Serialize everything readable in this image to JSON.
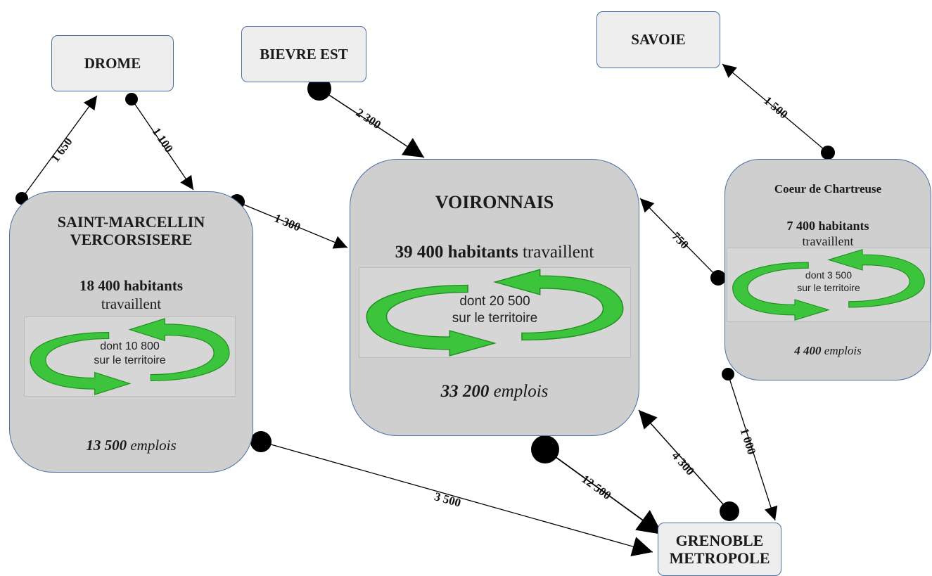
{
  "nodes": {
    "drome": "DROME",
    "bievre_est": "BIEVRE EST",
    "savoie": "SAVOIE",
    "grenoble": [
      "GRENOBLE",
      "METROPOLE"
    ]
  },
  "territories": {
    "saint_marcellin": {
      "title": [
        "SAINT-MARCELLIN",
        "VERCORSISERE"
      ],
      "habitants": "18 400 habitants",
      "travaillent": "travaillent",
      "dont_line1": "dont 10 800",
      "dont_line2": "sur le territoire",
      "emplois_value": "13 500",
      "emplois_unit": "emplois"
    },
    "voironnais": {
      "title": "VOIRONNAIS",
      "habitants": "39 400 habitants",
      "travaillent": "travaillent",
      "dont_line1": "dont 20 500",
      "dont_line2": "sur le territoire",
      "emplois_value": "33 200",
      "emplois_unit": "emplois"
    },
    "chartreuse": {
      "title": "Coeur de Chartreuse",
      "habitants": "7 400 habitants",
      "travaillent": "travaillent",
      "dont_line1": "dont 3 500",
      "dont_line2": "sur le territoire",
      "emplois_value": "4 400",
      "emplois_unit": "emplois"
    }
  },
  "flows": [
    {
      "id": "sm-drome",
      "label": "1 650"
    },
    {
      "id": "drome-sm",
      "label": "1 100"
    },
    {
      "id": "bievre-voiron",
      "label": "2 300"
    },
    {
      "id": "sm-voiron",
      "label": "1 300"
    },
    {
      "id": "chartreuse-savoie",
      "label": "1 500"
    },
    {
      "id": "chartreuse-voiron",
      "label": "750"
    },
    {
      "id": "chartreuse-grenoble",
      "label": "1 000"
    },
    {
      "id": "grenoble-voiron",
      "label": "4 300"
    },
    {
      "id": "voiron-grenoble",
      "label": "12 500"
    },
    {
      "id": "sm-grenoble",
      "label": "3 500"
    }
  ],
  "colors": {
    "node_border": "#4a6fa5",
    "small_fill": "#eeeeee",
    "big_fill": "#cfcfcf",
    "arrow_green": "#3cc43c"
  },
  "icons": [
    "circular-arrows-icon"
  ]
}
